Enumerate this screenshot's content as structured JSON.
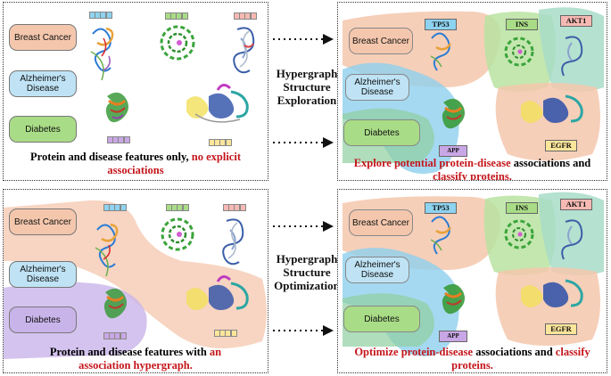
{
  "diseases": [
    "Breast Cancer",
    "Alzheimer's Disease",
    "Diabetes"
  ],
  "proteins": [
    "TP53",
    "INS",
    "AKT1",
    "APP",
    "EGFR"
  ],
  "captions": {
    "top_left": {
      "normal": "Protein and disease features only, ",
      "red": "no explicit associations"
    },
    "bottom_left": {
      "normal": "Protein and disease features with ",
      "red": "an association hypergraph."
    },
    "top_right": {
      "red1": "Explore potential protein-disease ",
      "normal": "associations and ",
      "red2": "classify proteins."
    },
    "bottom_right": {
      "red1": "Optimize protein-disease ",
      "normal": "associations and ",
      "red2": "classify proteins."
    }
  },
  "steps": {
    "exploration": [
      "Hypergraph",
      "Structure",
      "Exploration"
    ],
    "optimization": [
      "Hypergraph",
      "Structure",
      "Optimization"
    ]
  },
  "colors": {
    "breast_cancer": "#f4c7ad",
    "alzheimers": "#bfe3f5",
    "diabetes": "#a9dc86",
    "TP53": "#8ed3f0",
    "INS": "#a9dc86",
    "AKT1": "#f6b9b3",
    "APP": "#c9a7e6",
    "EGFR": "#fbe59a"
  }
}
